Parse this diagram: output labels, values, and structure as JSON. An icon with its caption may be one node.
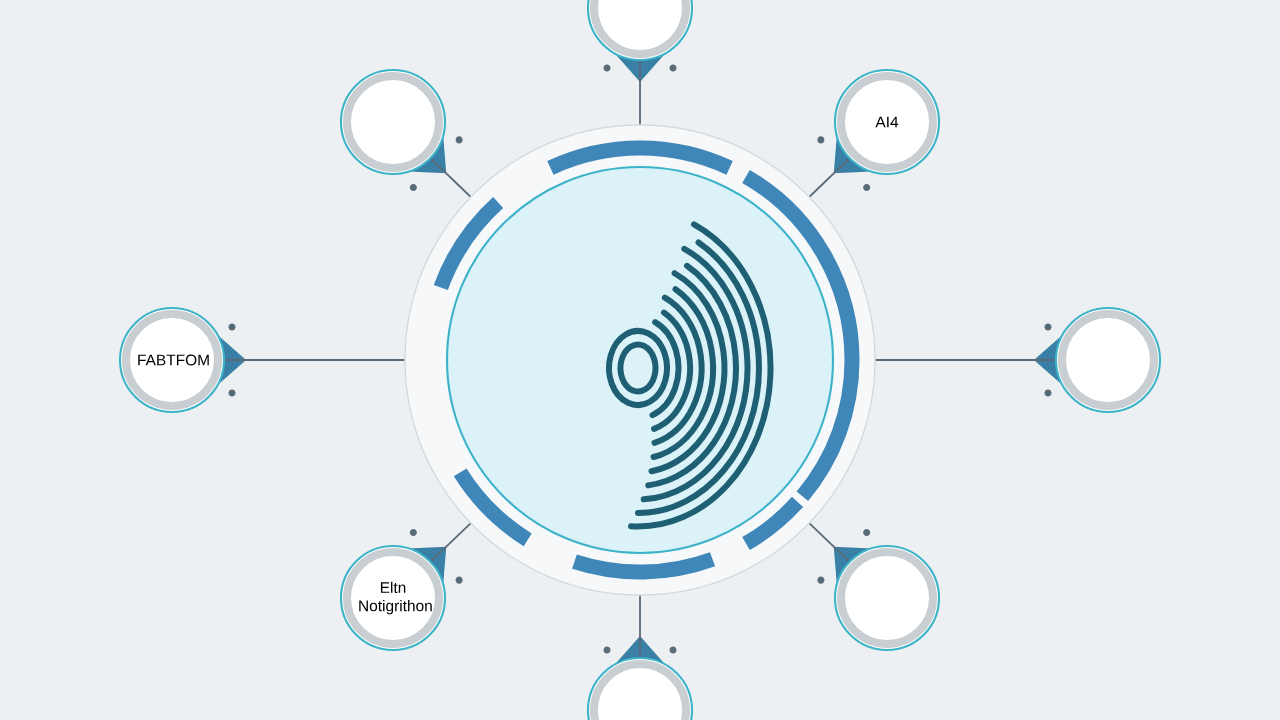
{
  "diagram": {
    "nodes": [
      {
        "text": [],
        "shape": "circle"
      },
      {
        "text": [],
        "shape": "circle"
      },
      {
        "text": [],
        "shape": "circle"
      },
      {
        "text": [
          "AI4"
        ]
      },
      {
        "text": [
          "FABTFOM"
        ]
      },
      {
        "text": [],
        "shape": "circle"
      },
      {
        "text": [
          "Eltn Notigrithon"
        ]
      },
      {
        "text": [],
        "shape": "circle"
      },
      {
        "text": [],
        "shape": "circle"
      }
    ],
    "edges": [
      {
        "from": 1,
        "to": 0,
        "arrow": "none"
      },
      {
        "from": 2,
        "to": 0,
        "arrow": "none"
      },
      {
        "from": 3,
        "to": 0,
        "arrow": "none"
      },
      {
        "from": 4,
        "to": 0,
        "arrow": "none"
      },
      {
        "from": 5,
        "to": 0,
        "arrow": "none"
      },
      {
        "from": 6,
        "to": 0,
        "arrow": "none"
      },
      {
        "from": 7,
        "to": 0,
        "arrow": "none"
      },
      {
        "from": 8,
        "to": 0,
        "arrow": "none"
      }
    ]
  }
}
